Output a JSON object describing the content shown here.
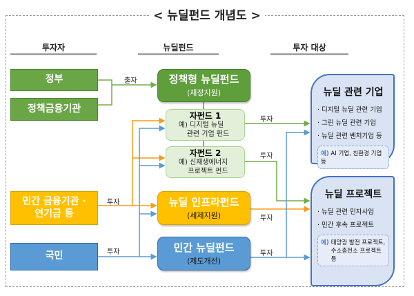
{
  "title": "< 뉴딜펀드 개념도 >",
  "columns": {
    "investors": "투자자",
    "funds": "뉴딜펀드",
    "targets": "투자 대상"
  },
  "investors": {
    "government": "정부",
    "policy_finance": "정책금융기관",
    "private_finance": "민간 금융기관 · 연기금 등",
    "citizens": "국민"
  },
  "funds": {
    "policy_fund": {
      "name": "정책형 뉴딜펀드",
      "note": "(재정지원)"
    },
    "sub_fund_1": {
      "name": "자펀드 1",
      "line1": "예) 디지털 뉴딜",
      "line2": "관련 기업 펀드"
    },
    "sub_fund_2": {
      "name": "자펀드 2",
      "line1": "예) 신재생에너지",
      "line2": "프로젝트 펀드"
    },
    "infra_fund": {
      "name": "뉴딜 인프라펀드",
      "note": "(세제지원)"
    },
    "private_fund": {
      "name": "민간 뉴딜펀드",
      "note": "(제도개선)"
    }
  },
  "targets": {
    "companies": {
      "title": "뉴딜 관련 기업",
      "items": [
        "· 디지털 뉴딜 관련 기업",
        "· 그린 뉴딜 관련 기업",
        "· 뉴딜 관련 벤처기업 등"
      ],
      "example_label": "예)",
      "example": "AI 기업, 친환경 기업 등"
    },
    "projects": {
      "title": "뉴딜 프로젝트",
      "items": [
        "· 뉴딜 관련 민자사업",
        "· 민간 후속 프로젝트"
      ],
      "example_label": "예)",
      "example_line1": "태양광 발전 프로젝트,",
      "example_line2": "수소충전소 프로젝트 등"
    }
  },
  "flow_labels": {
    "contribution": "출자",
    "invest": "투자"
  },
  "colors": {
    "green": "#6aa646",
    "orange": "#ffc000",
    "blue": "#5b9bd5",
    "line_orange": "#f59c1a",
    "line_blue": "#5b9bd5",
    "line_green": "#70ad47"
  }
}
